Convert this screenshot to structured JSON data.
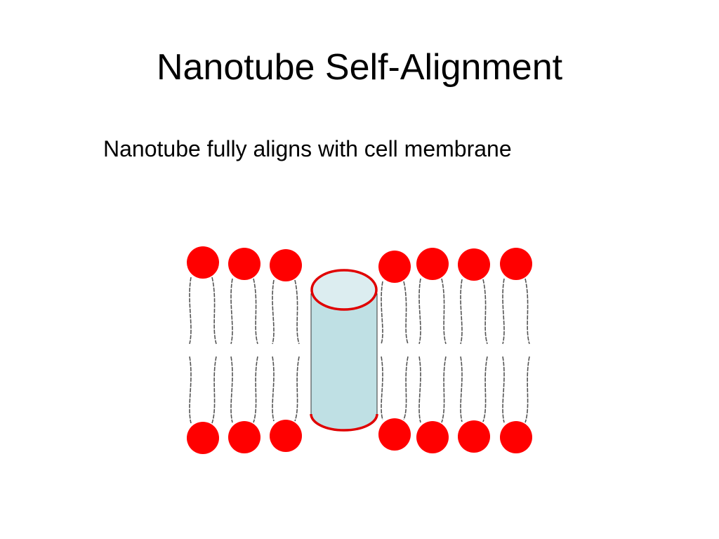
{
  "slide": {
    "title": "Nanotube Self-Alignment",
    "subtitle": "Nanotube fully aligns with cell membrane"
  },
  "diagram": {
    "lipid_head_color": "#ff0000",
    "lipid_tail_color": "#555555",
    "nanotube_body_color": "#bfe0e4",
    "nanotube_top_color": "#dcedf0",
    "nanotube_rim_color": "#e00000",
    "lipids_left_of_tube": 3,
    "lipids_right_of_tube": 4
  }
}
